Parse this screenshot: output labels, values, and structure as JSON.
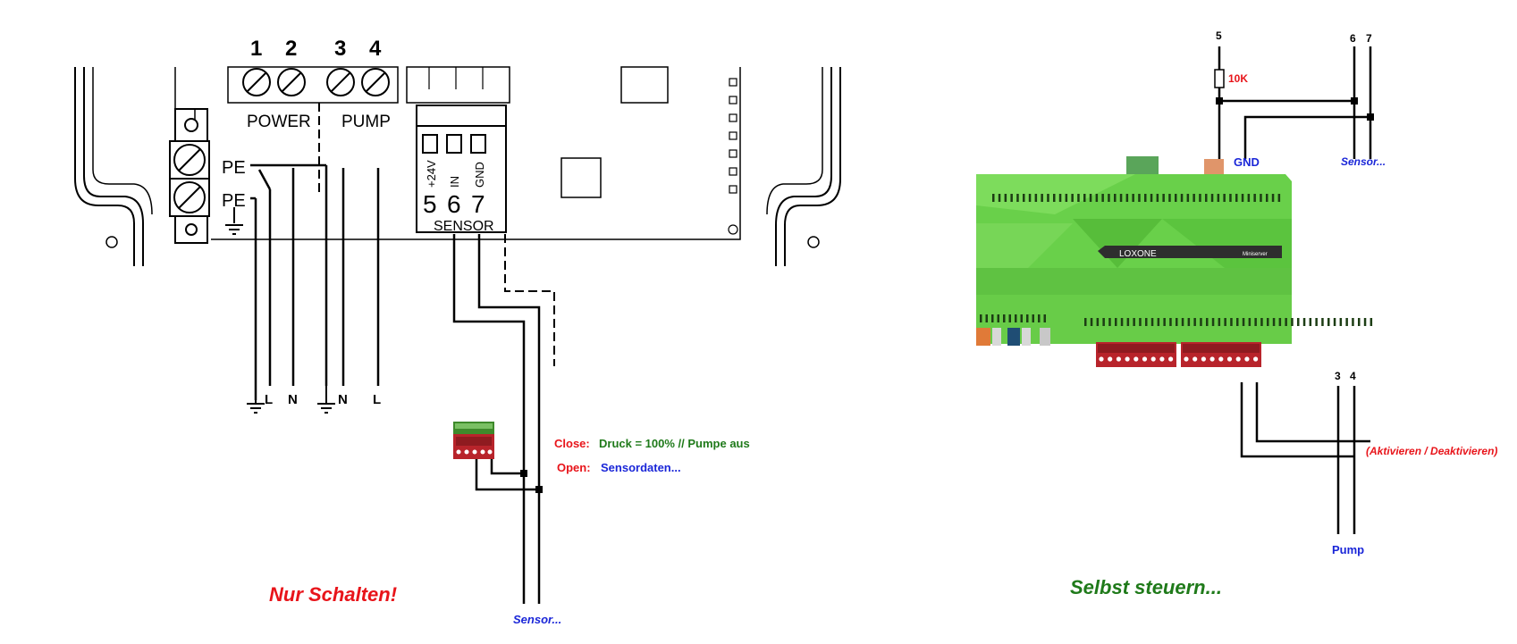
{
  "left": {
    "terminals": {
      "t1": "1",
      "t2": "2",
      "t3": "3",
      "t4": "4"
    },
    "power_label": "POWER",
    "pump_label": "PUMP",
    "pe1": "PE",
    "pe2": "PE",
    "sensor_pins": {
      "v24": "+24V",
      "in": "IN",
      "gnd": "GND"
    },
    "sensor_nums": {
      "n5": "5",
      "n6": "6",
      "n7": "7"
    },
    "sensor_block_label": "SENSOR",
    "bottom_labels": {
      "l1": "L",
      "n1": "N",
      "n2": "N",
      "l2": "L"
    },
    "close_prefix": "Close:",
    "close_text": "Druck = 100% // Pumpe aus",
    "open_prefix": "Open:",
    "open_text": "Sensordaten...",
    "sensor_label": "Sensor...",
    "caption": "Nur Schalten!"
  },
  "right": {
    "pin5": "5",
    "resistor": "10K",
    "pin6": "6",
    "pin7": "7",
    "gnd": "GND",
    "sensor_label": "Sensor...",
    "brand": "LOXONE",
    "model": "Miniserver",
    "pin3": "3",
    "pin4": "4",
    "activate": "(Aktivieren / Deaktivieren)",
    "pump": "Pump",
    "caption": "Selbst steuern..."
  },
  "colors": {
    "red": "#e8141a",
    "green": "#1f7a1a",
    "blue": "#1a26d8",
    "loxone_green": "#69d04a",
    "terminal_red": "#b8242b"
  }
}
